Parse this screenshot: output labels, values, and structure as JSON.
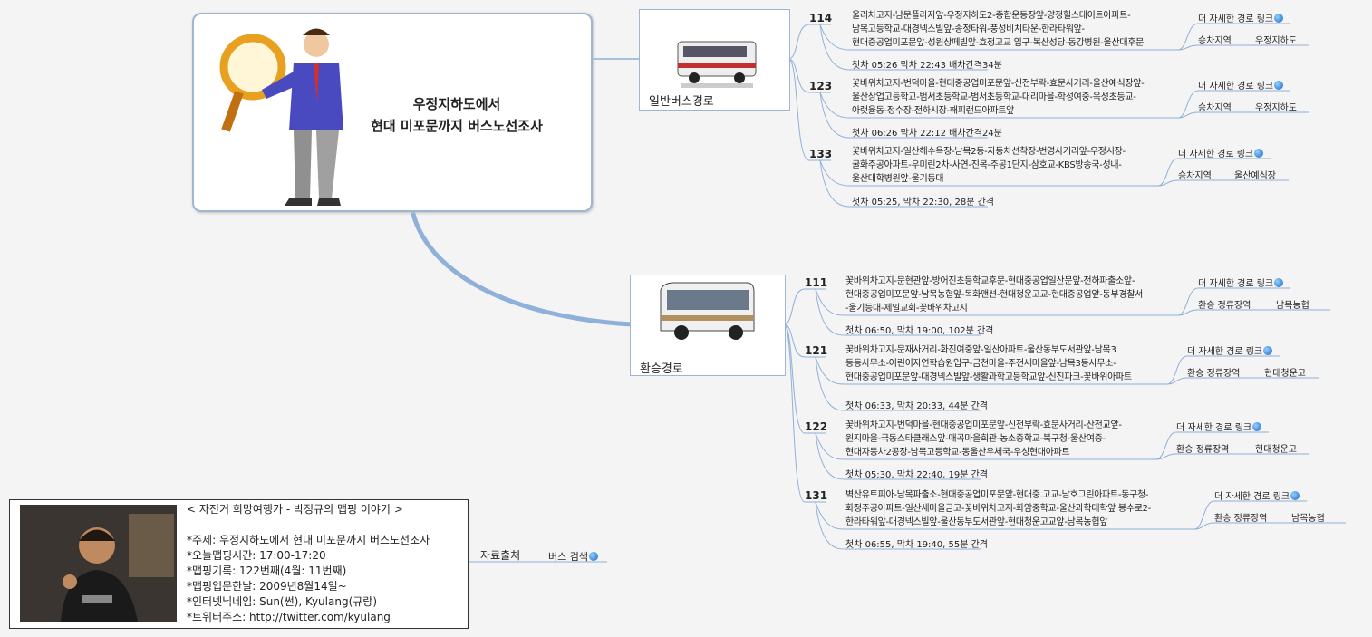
{
  "central": {
    "title_line1": "우정지하도에서",
    "title_line2": "현대 미포문까지 버스노선조사"
  },
  "branches": [
    {
      "label": "일반버스경로",
      "icon": "bus-icon"
    },
    {
      "label": "환승경로",
      "icon": "coach-bus-icon"
    }
  ],
  "routes": [
    {
      "number": "114",
      "stops": [
        "울리차고지-남문플라자앞-우정지하도2-종합운동장앞-양정힐스테이트아파트-",
        "남목고등학교-대경넥스빌앞-송정타워-풍성비치타운-한라타워앞-",
        "현대중공업미포문앞-성원상떼빌앞-효정고교 입구-복산성당-동강병원-울산대후문"
      ],
      "schedule": "첫차 05:26 막차 22:43 배차간격34분",
      "link": "더 자세한 경로 링크",
      "area_label": "승차지역",
      "area_value": "우정지하도"
    },
    {
      "number": "123",
      "stops": [
        "꽃바위차고지-번덕마을-현대중공업미포문앞-신전부락-효문사거리-울산예식장앞-",
        "울산상업고등학교-범서초등학교-범서초등학교-대리마을-학성여중-옥성초등교-",
        "아랫율동-정수장-전하시장-해피랜드아파트앞"
      ],
      "schedule": "첫차 06:26 막차 22:12 배차간격24분",
      "link": "더 자세한 경로 링크",
      "area_label": "승차지역",
      "area_value": "우정지하도"
    },
    {
      "number": "133",
      "stops": [
        "꽃바위차고지-일산해수욕장-남목2동-자동차선착장-번영사거리앞-우정시장-",
        "굴화주공아파트-우미린2차-사연-진목-주공1단지-삼호교-KBS방송국-성내-",
        "울산대학병원앞-울기등대"
      ],
      "schedule": "첫차 05:25, 막차 22:30, 28분 간격",
      "link": "더 자세한 경로 링크",
      "area_label": "승차지역",
      "area_value": "울산예식장"
    },
    {
      "number": "111",
      "stops": [
        "꽃바위차고지-문현관앞-방어진초등학교후문-현대중공업일산문앞-전하파출소앞-",
        "현대중공업미포문앞-남목농협앞-목화맨션-현대청운고교-현대중공업앞-동부경찰서",
        "-울기등대-제일교회-꽃바위차고지"
      ],
      "schedule": "첫차 06:50, 막차 19:00, 102분 간격",
      "link": "더 자세한 경로 링크",
      "area_label": "환승 정류장역",
      "area_value": "남목농협"
    },
    {
      "number": "121",
      "stops": [
        "꽃바위차고지-문재사거리-화진여중앞-일산아파트-울산동부도서관앞-남목3",
        "동동사무소-어린이자연학습원입구-금천마을-주전새마을앞-남목3동사무소-",
        "현대중공업미포문앞-대경넥스빌앞-생활과학고등학교앞-신진파크-꽃바위아파트"
      ],
      "schedule": "첫차 06:33, 막차 20:33, 44분 간격",
      "link": "더 자세한 경로 링크",
      "area_label": "환승 정류장역",
      "area_value": "현대청운고"
    },
    {
      "number": "122",
      "stops": [
        "꽃바위차고지-번덕마을-현대중공업미포문앞-신전부락-효문사거리-산전교앞-",
        "원지마을-극동스타클래스앞-매곡마을회관-농소중학교-북구청-울산여중-",
        "현대자동차2공장-남목고등학교-동울산우체국-우성현대아파트"
      ],
      "schedule": "첫차 05:30, 막차 22:40, 19분 간격",
      "link": "더 자세한 경로 링크",
      "area_label": "환승 정류장역",
      "area_value": "현대청운고"
    },
    {
      "number": "131",
      "stops": [
        "벽산유토피아-남목파출소-현대중공업미포문앞-현대중.고교-남호그린아파트-동구청-",
        "화정주공아파트-일산새마을금고-꽃바위차고지-화암중학교-울산과학대학앞 봉수로2-",
        "한라타워앞-대경넥스빌앞-울산동부도서관앞-현대청운고교앞-남목농협앞"
      ],
      "schedule": "첫차 06:55, 막차 19:40, 55분 간격",
      "link": "더 자세한 경로 링크",
      "area_label": "환승 정류장역",
      "area_value": "남목농협"
    }
  ],
  "profile": {
    "header": "< 자전거 희망여행가 - 박정규의 맵핑 이야기 >",
    "lines": [
      "*주제: 우정지하도에서 현대 미포문까지 버스노선조사",
      "*오늘맵핑시간: 17:00-17:20",
      "*맵핑기록: 122번째(4월: 11번째)",
      "*맵핑입문한날: 2009년8월14일~",
      "*인터넷닉네임: Sun(썬), Kyulang(규랑)",
      "*트위터주소: http://twitter.com/kyulang"
    ]
  },
  "source": {
    "label": "자료출처",
    "link": "버스 검색"
  },
  "colors": {
    "line": "#8fb0d8",
    "border": "#9fb6d3"
  }
}
